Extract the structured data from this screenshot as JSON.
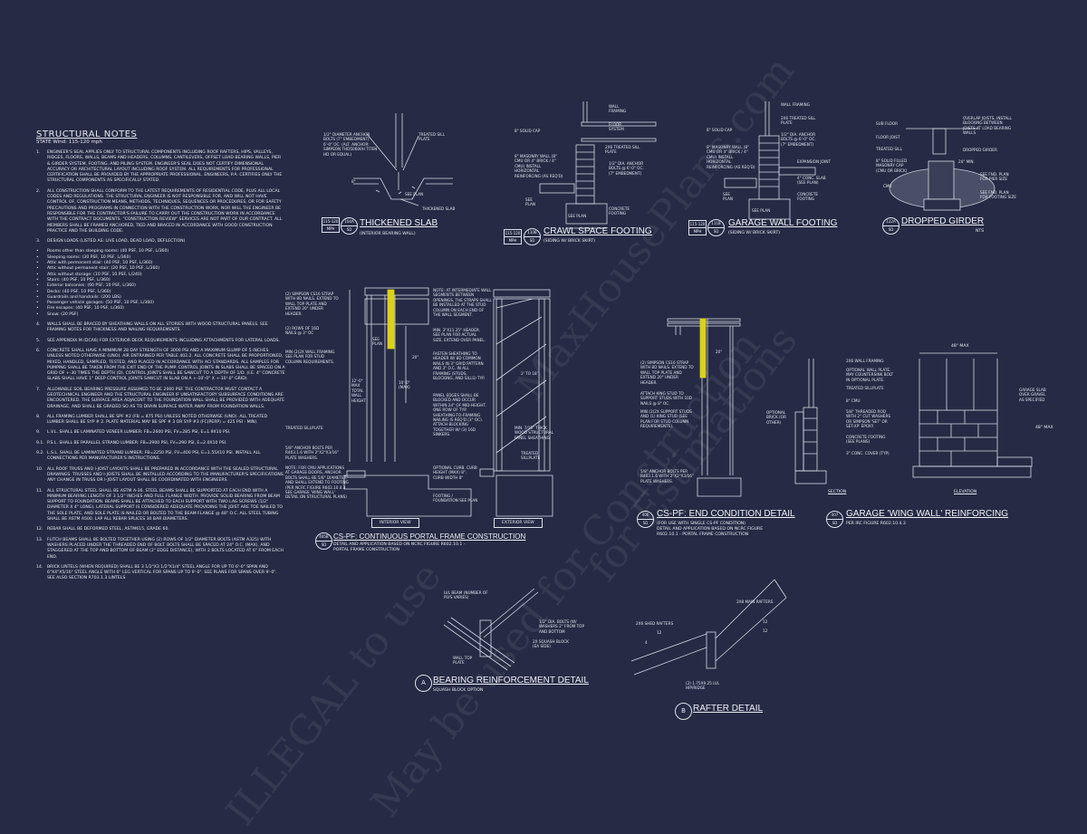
{
  "notes": {
    "title": "STRUCTURAL NOTES",
    "state": "STATE Wind: 115-120 mph",
    "items": [
      {
        "n": "1.",
        "text": "Engineer's seal applies only to structural components including roof rafters, hips, valleys, ridges, floors, walls, beams and headers, columns, cantilevers, offset load bearing walls, pier & girder system, footing, and piling system. Engineer's seal does not certify dimensional accuracy or architectural layout including roof system. All requirements for professional certification shall be provided by the appropriate professional. Engineers, P.A. certifies only the structural components as specifically stated."
      },
      {
        "n": "2.",
        "text": "All construction shall conform to the latest requirements of residential code, plus all local codes and regulations. The structural engineer is not responsible for, and will not have control of, construction means, methods, techniques, sequences or procedures, or for safety precautions and programs in connection with the construction work, nor will the engineer be responsible for the contractor's failure to carry out the construction work in accordance with the contract documents. \"Construction review\" services are not part of our contract. All members shall be framed anchored, tied and braced in accordance with good construction practice and the building code."
      },
      {
        "n": "3.",
        "text": "Design loads (listed as: live load, dead load, deflection)"
      }
    ],
    "loads": [
      "Rooms other than sleeping rooms: (40 PSF, 10 PSF, L/360)",
      "Sleeping rooms: (30 PSF, 10 PSF, L/360)",
      "Attic with permanent stair: (40 PSF, 10 PSF, L/360)",
      "Attic without permanent stair: (20 PSF, 10 PSF, L/360)",
      "Attic without storage: (10 PSF, 10 PSF, L/240)",
      "Stairs: (40 PSF, 10 PSF, L/360)",
      "Exterior balconies: (60 PSF, 10 PSF, L/360)",
      "Decks: (40 PSF, 10 PSF, L/360)",
      "Guardrails and handrails: (200 LBS)",
      "Passenger vehicle garages: (50 PSF, 10 PSF, L/360)",
      "Fire escapes: (40 PSF, 10 PSF, L/360)",
      "Snow: (20 PSF)"
    ],
    "items2": [
      {
        "n": "4.",
        "text": "Walls shall be braced by sheathing walls on all stories with wood structural panels. See framing notes for thickness and nailing requirements."
      },
      {
        "n": "5.",
        "text": "See appendix M (DCA6) for exterior deck requirements including attachments for lateral loads."
      },
      {
        "n": "6.",
        "text": "Concrete shall have a minimum 28 day strength of 3000 PSI and a maximum slump of 5 inches unless noted otherwise (UNO). Air entrained per table 402.2. All concrete shall be proportioned, mixed, handled, sampled, tested, and placed in accordance with ACI standards. All samples for pumping shall be taken from the exit end of the pump. Control joints in slabs shall be spaced on a grid of +-30 times the depth (D). Control joints shall be sawcut to a depth of 1/D. (I.E. 4\" concrete slabs shall have 1\" deep control joints sawcut in slab on a +-10'-0\" x +-10'-0\" grid)."
      },
      {
        "n": "7.",
        "text": "Allowable soil bearing pressure assumed to be 2000 PSF. The contractor must contact a geotechnical engineer and the structural engineer if unsatisfactory subsurface conditions are encountered. The surface area adjacent to the foundation wall shall be provided with adequate drainage, and shall be graded so as to drain surface water away from foundation walls."
      },
      {
        "n": "8.",
        "text": "All framing lumber shall be SPF #2 (Fb = 875 PSI) unless noted otherwise (UNO). All treated lumber shall be SYP # 2. Plate material may be SPF # 3 or SYP #3 (Fc(perp) = 425 PSI - MIN)."
      },
      {
        "n": "9.",
        "text": "L.V.L. shall be laminated veneer lumber: Fb=2600 PSI, Fv=285 PSI, E=1.9x10 PSI."
      },
      {
        "n": "9.1.",
        "text": "P.S.L. shall be parallel strand lumber: Fb=2900 PSI, Fv=290 PSI, E=2.0x10 PSI."
      },
      {
        "n": "9.2.",
        "text": "L.S.L. shall be laminated strand lumber: Fb=2250 PSI, Fv=400 PSI, E=1.55x10 PSI. Install all connections per manufacturer's instructions."
      },
      {
        "n": "10.",
        "text": "All roof truss and I-joist layouts shall be prepared in accordance with the sealed structural drawings. Trusses and I-joists shall be installed according to the manufacturer's specifications. Any change in truss or I-joist layout shall be coordinated with engineers."
      },
      {
        "n": "11.",
        "text": "All structural steel shall be ASTM A-36. Steel beams shall be supported at each end with a minimum bearing length of 3 1/2\" inches and full flange width. Provide solid bearing from beam support to foundation. Beams shall be attached to each support with two lag screws (1/2\" diameter x 4\" long). Lateral support is considered adequate providing the joist are toe nailed to the sole plate, and sole plate is nailed or bolted to the beam flange @ 48\" O.C. All steel tubing shall be ASTM A500. Lap all rebar splices 30 bar diameters."
      },
      {
        "n": "12.",
        "text": "Rebar shall be deformed steel, ASTM615, grade 60."
      },
      {
        "n": "13.",
        "text": "Flitch beams shall be bolted together using (2) rows of 1/2\" diameter bolts (ASTM A325) with washers placed under the threaded end of bolt. Bolts shall be spaced at 24\" O.C. (max), and staggered at the top and bottom of beam (2\" edge distance), with 2 bolts located at 6\" from each end."
      },
      {
        "n": "14.",
        "text": "Brick lintels (when required) shall be 3 1/2\"x3 1/2\"x1/4\" steel angle for up to 6'-0\" span and 6\"x4\"x5/16\" steel angle with 6\" leg vertical for spans up to 9'-0\". See plans for spans over 9'-0\". See also section R703.1.3 lintels."
      }
    ]
  },
  "details": {
    "thickened_slab": {
      "title": "THICKENED SLAB",
      "subtitle": "(INTERIOR BEARING WALL)",
      "tag_top": "104A",
      "tag_bot": "SD",
      "mph_top": "115-120",
      "mph_bot": "MPH",
      "labels": [
        "1/2\" DIAMETER ANCHOR BOLTS (7\" EMBEDMENT) 6'-0\" OC. (ALT. ANCHOR: SIMPSON THD50600H TITEN HD OR EQUAL)",
        "TREATED SILL PLATE",
        "SEE PLAN",
        "THICKENED SLAB",
        "8\""
      ]
    },
    "crawl_space": {
      "title": "CRAWL SPACE FOOTING",
      "subtitle": "(SIDING W/ BRICK SKIRT)",
      "tag_top": "110B",
      "tag_bot": "SD",
      "mph_top": "115-120",
      "mph_bot": "MPH",
      "labels": [
        "WALL FRAMING",
        "FLOOR SYSTEM",
        "8\" SOLID CAP",
        "2x6 TREATED SILL PLATE",
        "8\" MASONRY WALL (8\" CMU OR 4\" BRICK / 4\" CMU) INSTALL HORIZONTAL REINFORCING (AS REQ'D)",
        "1/2\" DIA. ANCHOR BOLTS @ 6'-0\" OC. (7\" EMBEDMENT)",
        "CONCRETE FOOTING",
        "SEE PLAN",
        "SEE PLAN"
      ]
    },
    "garage_wall": {
      "title": "GARAGE WALL FOOTING",
      "subtitle": "(SIDING W/ BRICK SKIRT)",
      "tag_top": "111B",
      "tag_bot": "SD",
      "mph_top": "115-120",
      "mph_bot": "MPH",
      "labels": [
        "WALL FRAMING",
        "2x6 TREATED SILL PLATE",
        "8\" SOLID CAP",
        "1/2\" DIA. ANCHOR BOLTS @ 6'-0\" OC. (7\" EMBEDMENT)",
        "8\" MASONRY WALL (8\" CMU OR 4\" BRICK / 4\" CMU) INSTALL HORIZONTAL REINFORCING (AS REQ'D)",
        "EXPANSION JOINT",
        "4\" CONC. SLAB (SEE PLAN)",
        "CONCRETE FOOTING",
        "SEE PLAN",
        "SEE PLAN"
      ]
    },
    "dropped_girder": {
      "title": "DROPPED GIRDER",
      "subtitle": "NTS",
      "tag_top": "122A",
      "tag_bot": "SD",
      "labels": [
        "SUB FLOOR",
        "FLOOR JOIST",
        "TREATED SILL",
        "8\" SOLID FILLED MASONRY CAP (CMU OR BRICK)",
        "CMU",
        "OVERLAP JOISTS, INSTALL BLOCKING BETWEEN JOISTS AT LOAD BEARING WALLS",
        "DROPPED GIRDER",
        "SEE FND. PLAN FOR PIER SIZE",
        "SEE FND. PLAN FOR FOOTING SIZE",
        "24\" MIN."
      ]
    },
    "portal_frame": {
      "title": "CS-PF: CONTINUOUS PORTAL FRAME CONSTRUCTION",
      "subtitle": "DETAIL AND APPLICATION BASED ON NCRC FIGURE R602.10.1 - PORTAL FRAME CONSTRUCTION",
      "tag_top": "405B",
      "tag_bot": "SD",
      "interior": "INTERIOR VIEW",
      "exterior": "EXTERIOR VIEW",
      "labels": [
        "(2) SIMPSON CS16 STRAP WITH 8d NAILS. EXTEND TO WALL TOP PLATE AND EXTEND 20\" UNDER HEADER.",
        "(2) ROWS OF 16d NAILS @ 3\" OC",
        "MIN (2)2X WALL FRAMING. SEE PLAN FOR STUD COLUMN REQUIREMENTS.",
        "TREATED SILLPLATE",
        "5/8\" ANCHOR BOLTS PER R403.1.6 WITH 2\"x2\"x3/16\" PLATE WASHERS.",
        "NOTE: FOR CMU APPLICATIONS AT GARAGE DOORS, ANCHOR BOLTS SHALL BE 5/8\" DIAMETER AND SHALL EXTEND TO FOOTING (PER NCRC FIGURE R602.10.4.3 SEE GARAGE 'WING WALL' DETAIL ON STRUCTURAL PLANS)",
        "NOTE: AT INTERMEDIATE WALL SEGMENTS BETWEEN OPENINGS, THE STRAPS SHALL BE INSTALLED AT THE STUD COLUMN ON EACH END OF THE WALL SEGMENT.",
        "MIN. 3\"x11.25\" HEADER. SEE PLAN FOR ACTUAL SIZE. EXTEND OVER PANEL.",
        "FASTEN SHEATHING TO HEADER W/ 8d COMMON NAILS IN 3\" GRID PATTERN AND 3\" O.C. IN ALL FRAMING (STUDS, BLOCKING, AND SILLS) TYP.",
        "PANEL EDGES SHALL BE BLOCKED AND OCCUR WITHIN 24\" OF MID-HEIGHT. ONE ROW OF TYP. SHEATHING-TO-FRAMING NAILING IS REQ'D (3\" OC). ATTACH BLOCKING TOGETHER W/ (3) 16d SINKERS.",
        "OPTIONAL CURB. CURB HEIGHT (MAX) 8\". CURB WIDTH 8\"",
        "FOOTING / FOUNDATION SEE PLAN",
        "MIN. 7/16\" THICK WOOD STRUCTURAL PANEL SHEATHING",
        "TREATED SILLPLATE",
        "2' TO 18'",
        "12'-0\" MAX TOTAL WALL HEIGHT",
        "10'-0\" (MAX)",
        "SEE PLAN",
        "20\""
      ]
    },
    "end_condition": {
      "title": "CS-PF: END CONDITION DETAIL",
      "subtitle": "(FOR USE WITH SINGLE CS-PF CONDITION)\nDETAIL AND APPLICATION BASED ON NCRC FIGURE\nR602.10.1 - PORTAL FRAME CONSTRUCTION",
      "tag_top": "406",
      "tag_bot": "SD",
      "labels": [
        "(2) SIMPSON CS16 STRAP WITH 8d NAILS. EXTEND TO WALL TOP PLATE AND EXTEND 20\" UNDER HEADER.",
        "ATTACH KING STUD TO SUPPORT STUDS WITH 10d NAILS @ 8\" OC.",
        "MIN (2)2X SUPPORT STUDS AND (1) KING STUD (SEE PLAN FOR STUD COLUMN REQUIREMENTS).",
        "5/8\" ANCHOR BOLTS PER R403.1.6 WITH 2\"x2\"x3/16\" PLATE WASHERS.",
        "20\""
      ]
    },
    "wing_wall": {
      "title": "GARAGE 'WING WALL' REINFORCING",
      "subtitle": "PER IRC FIGURE R602.10.4.3",
      "tag_top": "407",
      "tag_bot": "SD",
      "section": "SECTION",
      "elevation": "ELEVATION",
      "width_dim": "48\" MAX",
      "height_dim": "48\" MAX",
      "labels": [
        "2x6 WALL FRAMING",
        "OPTIONAL WALL PLATE. MAY COUNTERSINK BOLT IN OPTIONAL PLATE.",
        "TREATED SILLPLATE",
        "OPTIONAL BRICK (OR OTHER)",
        "8\" CMU",
        "5/8\" THREADED ROD WITH 2\" CUT WASHERS OR SIMPSON 'SET' OR SET-XP' EPOXY.",
        "CONCRETE FOOTING (SEE PLANS)",
        "3\" CONC. COVER (TYP)",
        "GARAGE SLAB OVER GRAVEL AS SPECIFIED"
      ]
    },
    "bearing": {
      "title": "BEARING REINFORCEMENT DETAIL",
      "subtitle": "SQUASH BLOCK OPTION",
      "letter": "A",
      "labels": [
        "LVL BEAM (NUMBER OF PLYS VARIES)",
        "1/2\" DIA. BOLTS (W/ WASHERS 2\" FROM TOP AND BOTTOM",
        "2x SQUASH BLOCK (EA SIDE)",
        "WALL TOP PLATE"
      ]
    },
    "rafter": {
      "title": "RAFTER DETAIL",
      "letter": "B",
      "labels": [
        "2x8 MAIN RAFTERS",
        "2x6 SHED RAFTERS",
        "(2) 1.75x9.25 LVL HIP/RIDGE",
        "12",
        "12",
        "4",
        "12"
      ]
    }
  },
  "watermark": [
    "ILLEGAL to use",
    "May be used for Construction",
    "for Estimations",
    "MaxHousePlans.com"
  ]
}
